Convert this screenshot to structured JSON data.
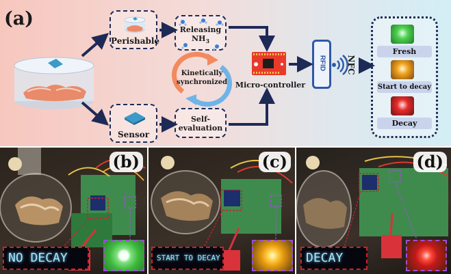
{
  "panel_a": {
    "label": "(a)",
    "perishable": "Perishable",
    "releasing_line1": "Releasing",
    "releasing_line2": "NH",
    "releasing_sub": "3",
    "kinetic_line1": "Kinetically",
    "kinetic_line2": "synchronized",
    "sensor": "Sensor",
    "self_eval_line1": "Self-",
    "self_eval_line2": "evaluation",
    "microcontroller": "Micro-controller",
    "rfid": "RFID",
    "nfc": "NFC",
    "states": [
      "Fresh",
      "Start to decay",
      "Decay"
    ]
  },
  "photos": [
    {
      "label": "(b)",
      "lcd": "NO DECAY"
    },
    {
      "label": "(c)",
      "lcd": "START TO DECAY"
    },
    {
      "label": "(d)",
      "lcd": "DECAY"
    }
  ],
  "colors": {
    "navy": "#1d2a56",
    "fresh": "#4fd14f",
    "start_to_decay": "#f2a21c",
    "decay": "#e62b2b"
  }
}
